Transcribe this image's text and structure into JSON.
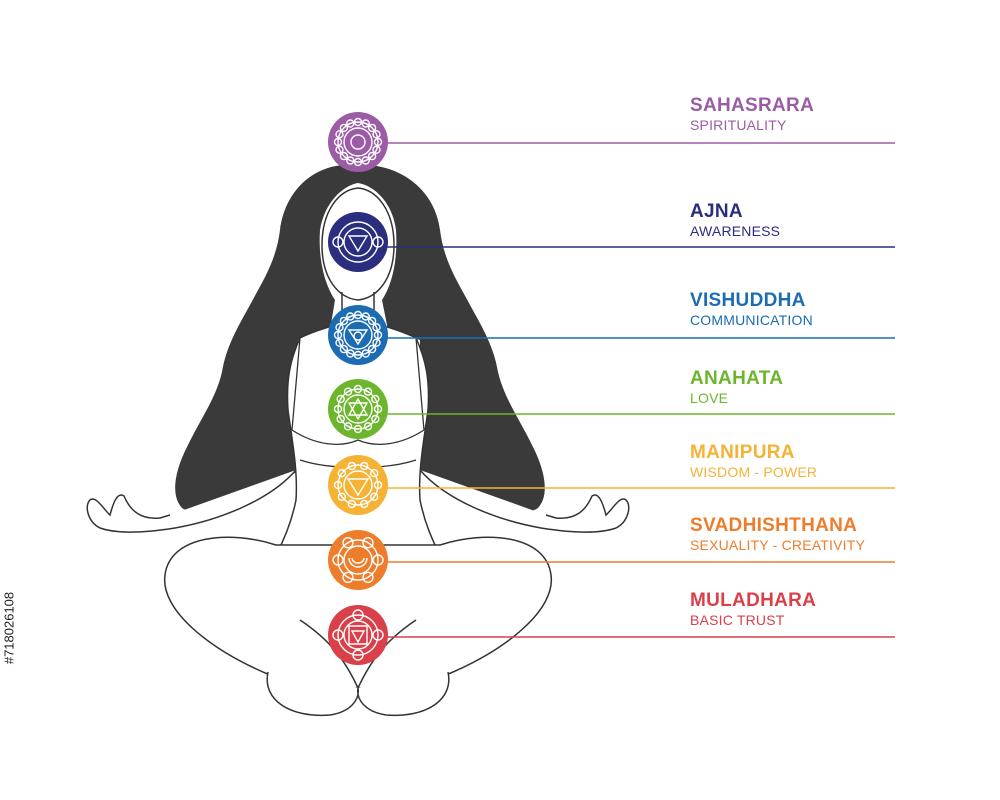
{
  "chakras": [
    {
      "name": "SAHASRARA",
      "meaning": "SPIRITUALITY",
      "color": "#9B5BA5",
      "icon": "lotus-icon"
    },
    {
      "name": "AJNA",
      "meaning": "AWARENESS",
      "color": "#2B2E7E",
      "icon": "third-eye-icon"
    },
    {
      "name": "VISHUDDHA",
      "meaning": "COMMUNICATION",
      "color": "#1C6CB4",
      "icon": "throat-lotus-icon"
    },
    {
      "name": "ANAHATA",
      "meaning": "LOVE",
      "color": "#6CB52D",
      "icon": "hexagram-icon"
    },
    {
      "name": "MANIPURA",
      "meaning": "WISDOM - POWER",
      "color": "#F5B335",
      "icon": "triangle-lotus-icon"
    },
    {
      "name": "SVADHISHTHANA",
      "meaning": "SEXUALITY - CREATIVITY",
      "color": "#EE7D2B",
      "icon": "crescent-lotus-icon"
    },
    {
      "name": "MULADHARA",
      "meaning": "BASIC TRUST",
      "color": "#D9404A",
      "icon": "square-lotus-icon"
    }
  ],
  "stock_id": "#718026108"
}
